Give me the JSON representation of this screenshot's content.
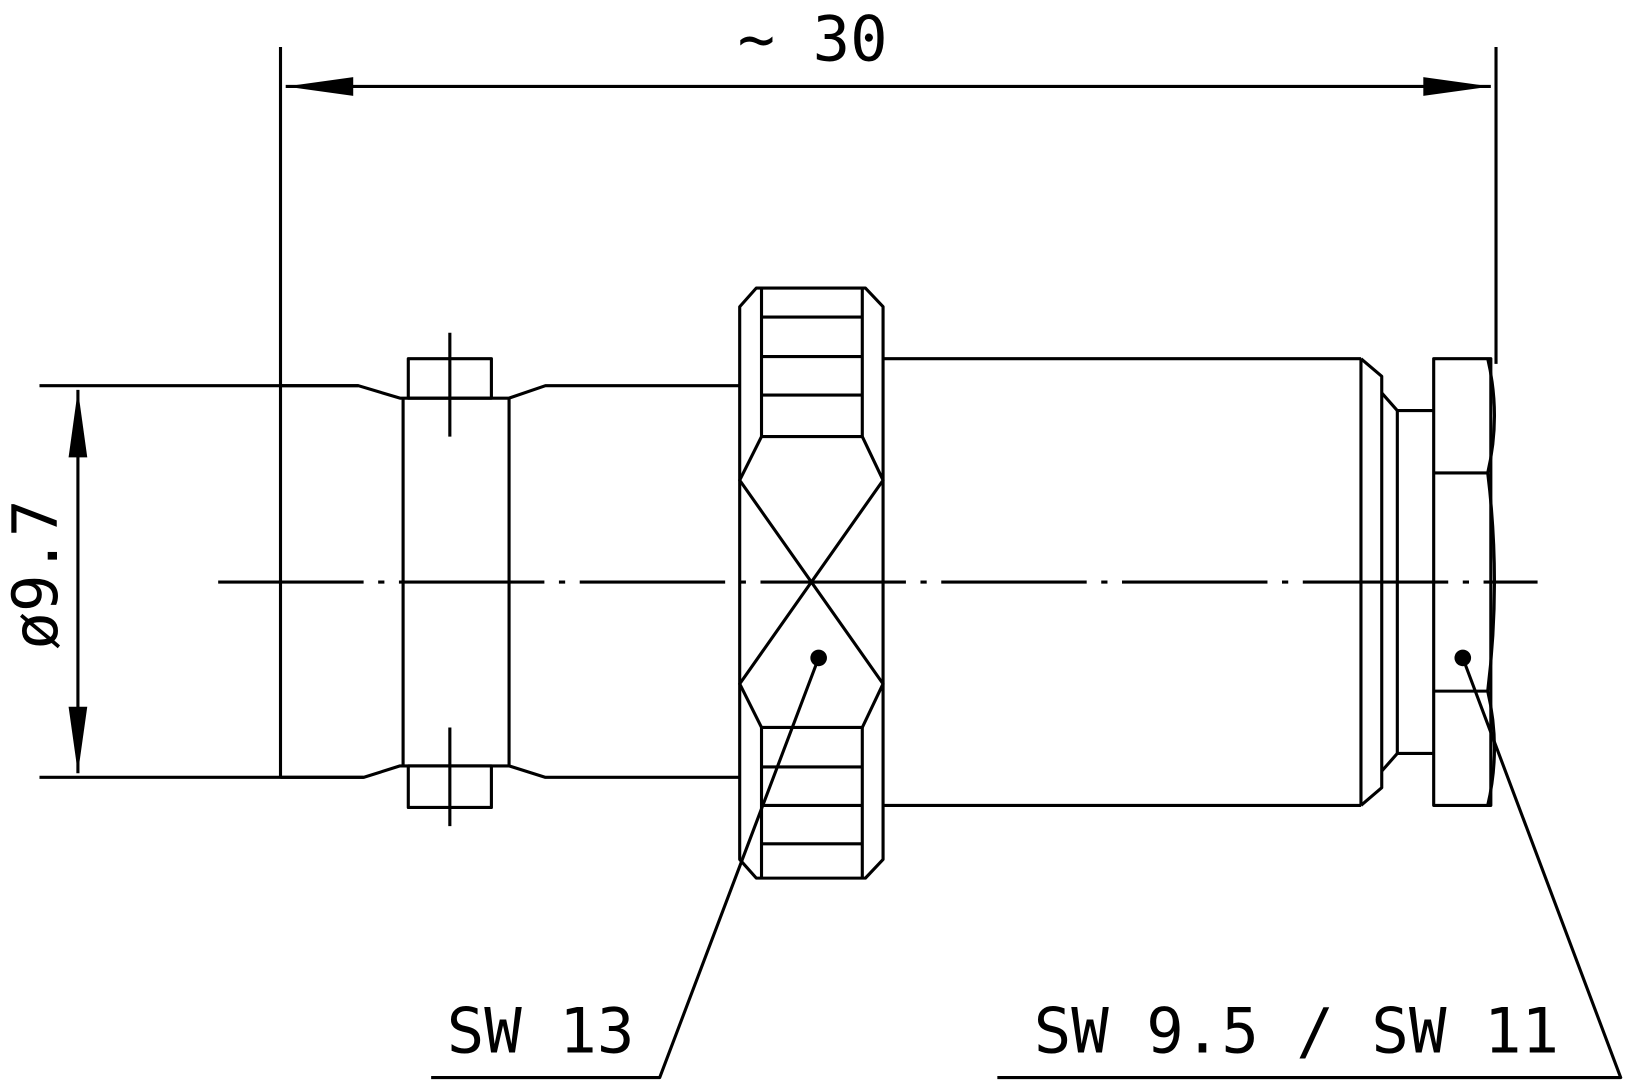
{
  "dimensions": {
    "length": "~ 30",
    "diameter": "ø9.7"
  },
  "callouts": {
    "wrench_nut": "SW 13",
    "wrench_rear": "SW 9.5 / SW 11"
  },
  "colors": {
    "line": "#000000",
    "background": "#ffffff"
  }
}
